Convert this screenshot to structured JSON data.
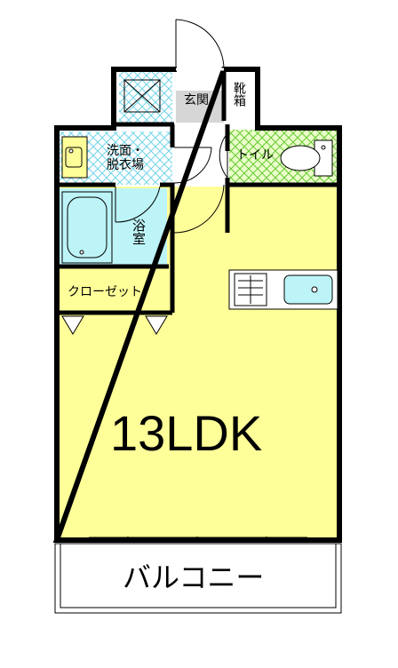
{
  "rooms": {
    "entrance": "玄関",
    "shoe_box": "靴箱",
    "washroom": "洗面・脱衣場",
    "toilet": "トイル",
    "bathroom": "浴室",
    "closet": "クローゼット",
    "ldk": "13LDK",
    "balcony": "バルコニー"
  },
  "colors": {
    "ldk": "#ffff99",
    "closet": "#ffff99",
    "bathroom": "#bdf4f7",
    "washroom_hatch": "#70d4e8",
    "toilet_bg": "#eaffc9",
    "toilet_hatch": "#66c933",
    "entrance": "#d6d6d6",
    "wall": "#000000"
  }
}
